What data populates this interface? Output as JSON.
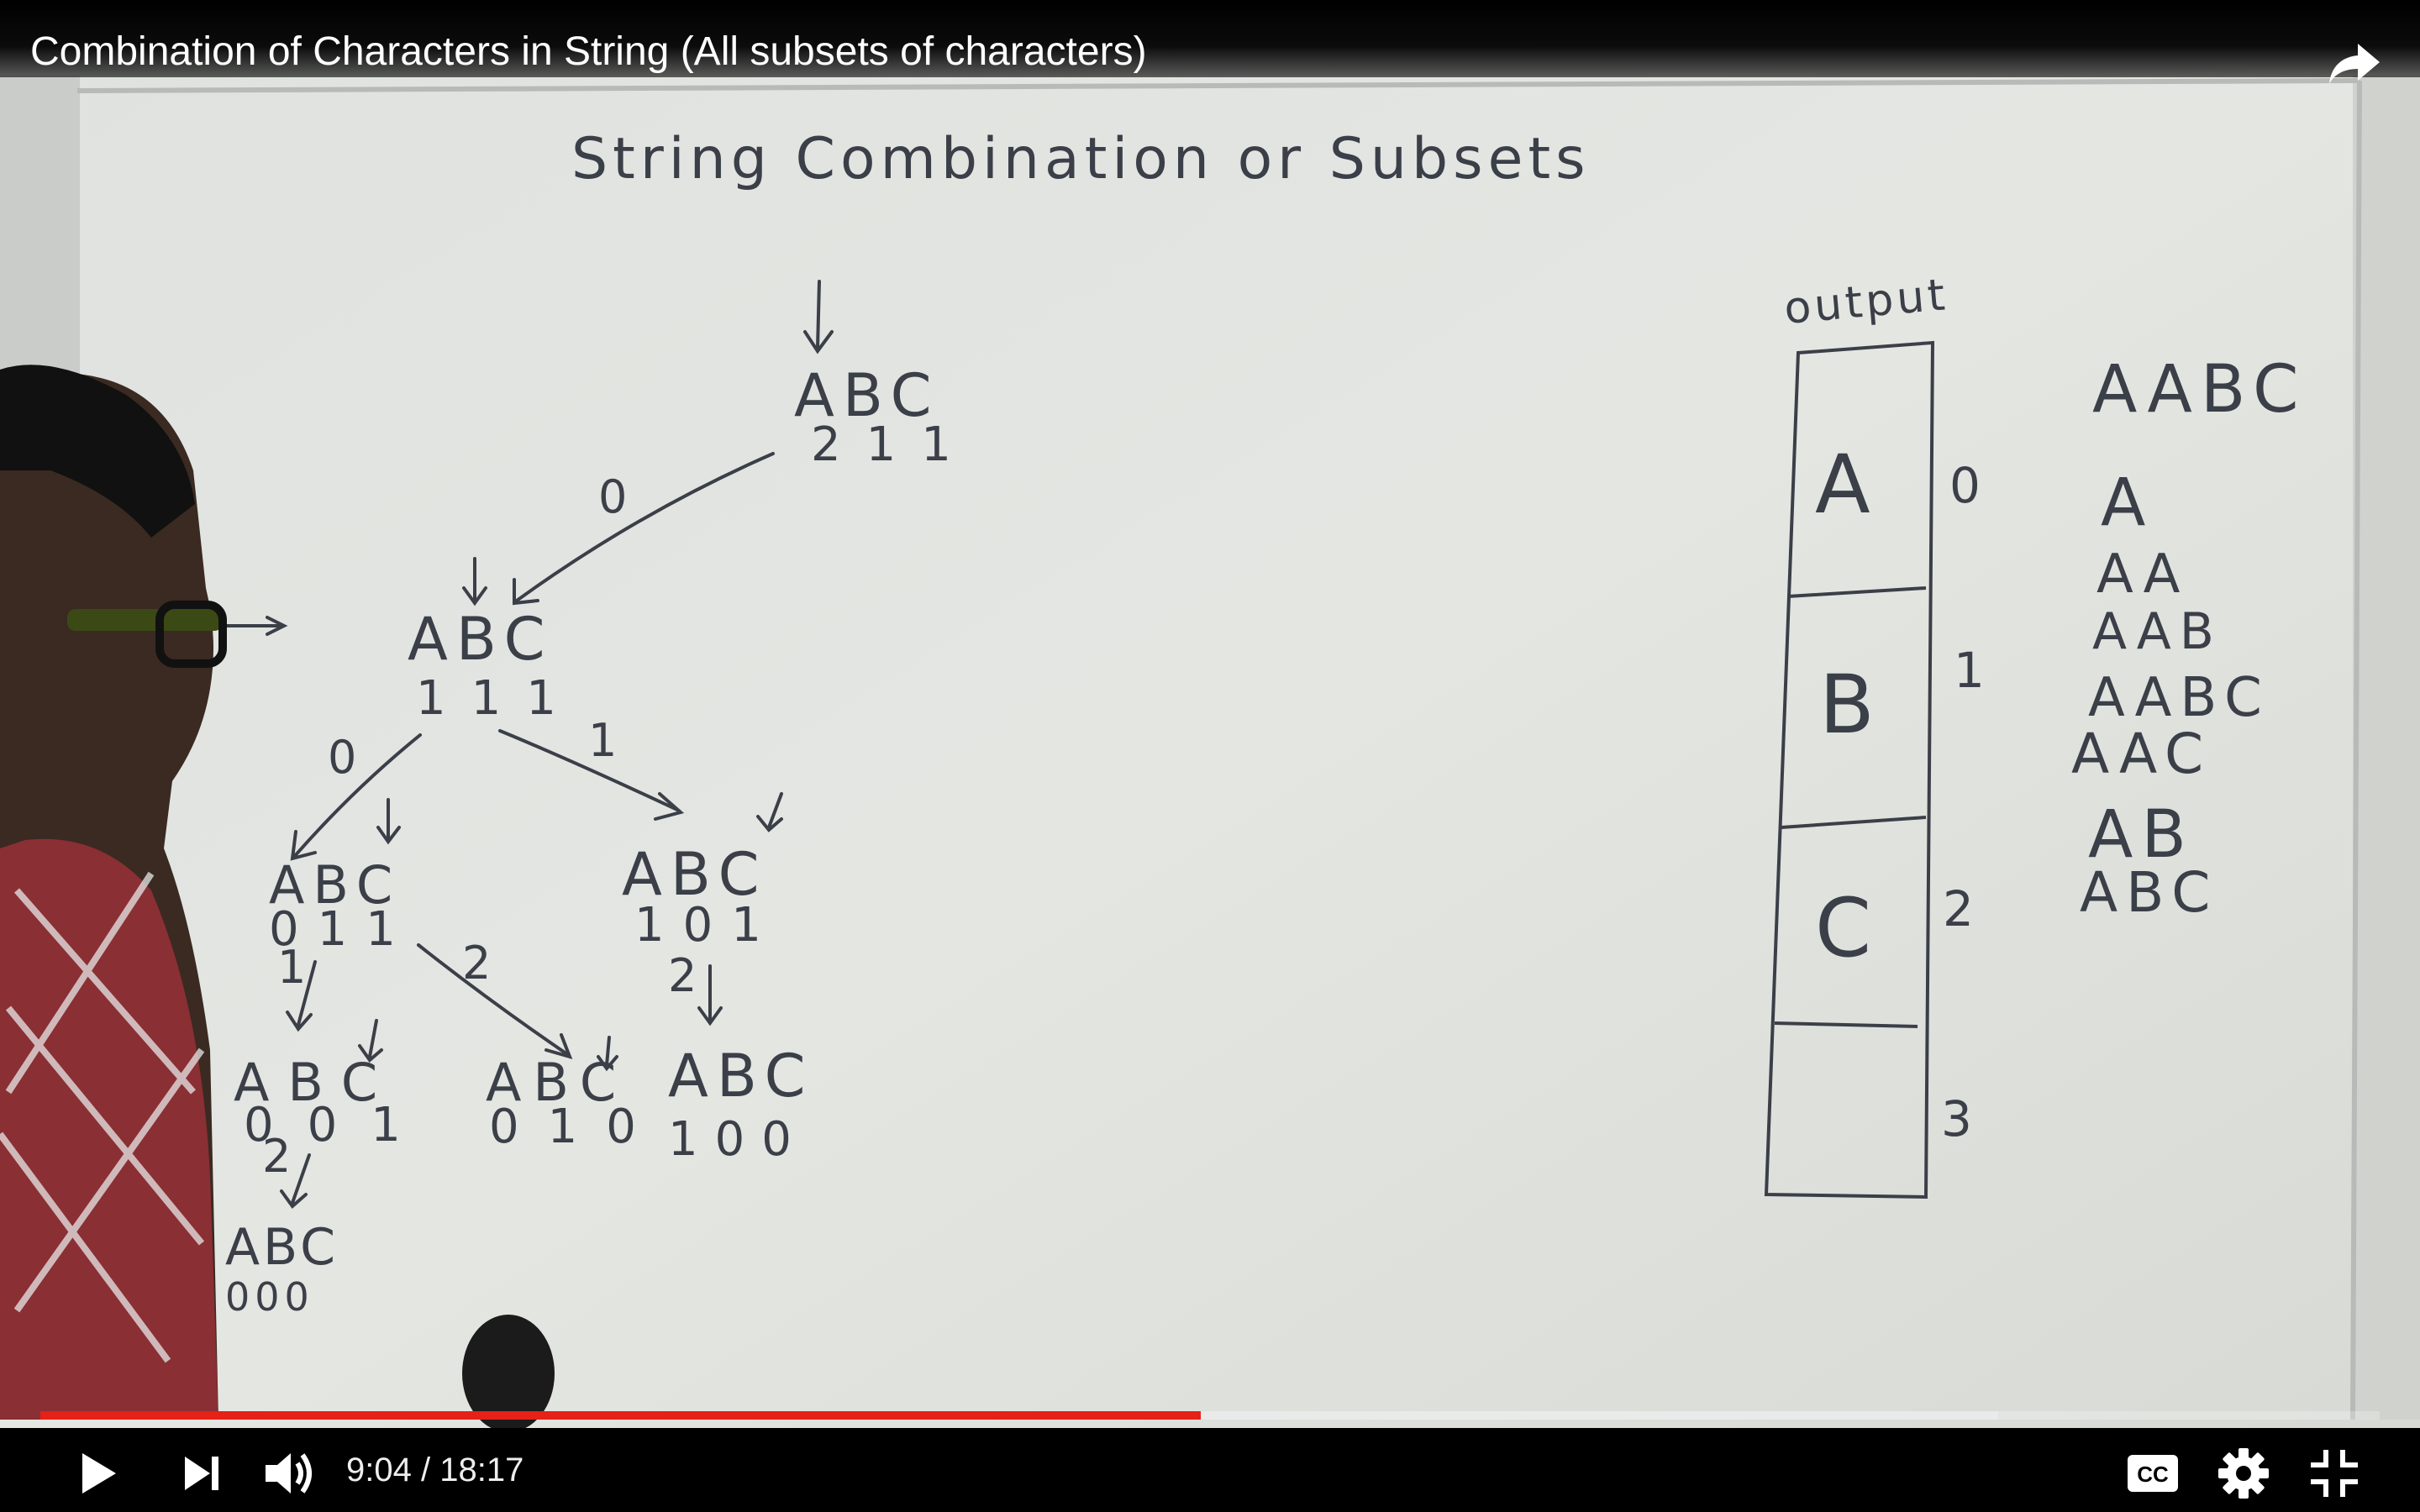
{
  "video": {
    "title": "Combination of Characters in String (All subsets of characters)",
    "current_time": "9:04",
    "duration": "18:17",
    "played_fraction": 0.496,
    "buffered_fraction": 0.837,
    "brand_color": "#e62117"
  },
  "board": {
    "heading": "String Combination or Subsets",
    "tree": {
      "root": {
        "letters": "ABC",
        "counts": "211"
      },
      "level1": {
        "letters": "ABC",
        "counts": "111",
        "edge": "0"
      },
      "level2_left": {
        "letters": "ABC",
        "counts": "011",
        "edge": "0"
      },
      "level2_right": {
        "letters": "ABC",
        "counts": "101",
        "edge": "1"
      },
      "level3_a": {
        "letters": "ABC",
        "counts": "001",
        "edge": "1"
      },
      "level3_b": {
        "letters": "ABC",
        "counts": "010",
        "edge": "2"
      },
      "level3_c": {
        "letters": "ABC",
        "counts": "100",
        "edge": "2"
      },
      "level4": {
        "letters": "ABC",
        "counts": "000",
        "edge": "2"
      }
    },
    "output_label": "output",
    "output_cells": [
      "A",
      "B",
      "C",
      ""
    ],
    "output_indexes": [
      "0",
      "1",
      "2",
      "3"
    ],
    "input_string": "AABC",
    "subsets": [
      "A",
      "AA",
      "AAB",
      "AABC",
      "AAC",
      "AB",
      "ABC"
    ]
  },
  "icons": {
    "share": "share-icon",
    "play": "play-icon",
    "next": "next-icon",
    "volume": "volume-icon",
    "captions": "cc-icon",
    "settings": "gear-icon",
    "exit_fullscreen": "exit-fullscreen-icon"
  }
}
